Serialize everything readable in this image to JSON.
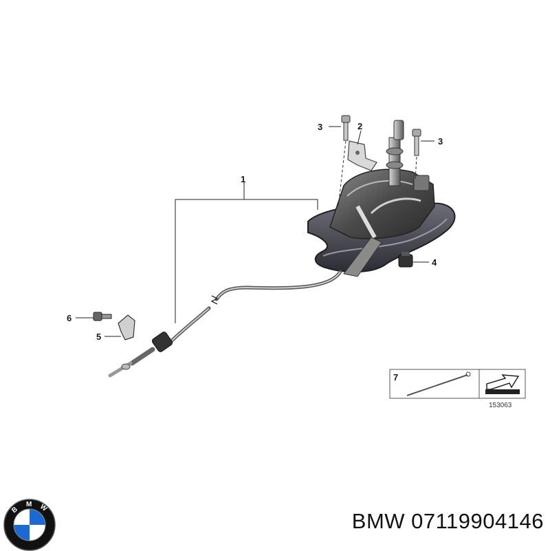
{
  "diagram": {
    "callouts": [
      {
        "id": "c1",
        "label": "1"
      },
      {
        "id": "c2",
        "label": "2"
      },
      {
        "id": "c3a",
        "label": "3"
      },
      {
        "id": "c3b",
        "label": "3"
      },
      {
        "id": "c4",
        "label": "4"
      },
      {
        "id": "c5",
        "label": "5"
      },
      {
        "id": "c6",
        "label": "6"
      },
      {
        "id": "c7",
        "label": "7"
      }
    ],
    "reference_number": "153063"
  },
  "brand": {
    "logo_letters": "BMW",
    "colors": {
      "blue": "#1c69d4",
      "black": "#111111",
      "white": "#ffffff"
    }
  },
  "part": {
    "title": "BMW 07119904146"
  }
}
